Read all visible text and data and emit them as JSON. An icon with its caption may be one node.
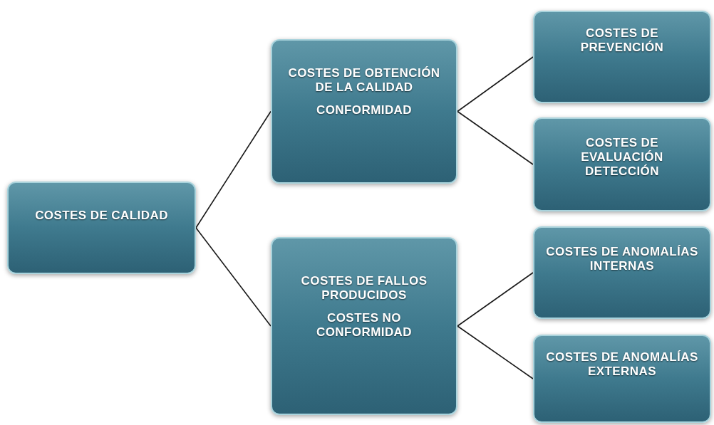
{
  "diagram": {
    "nodes": [
      {
        "text": [
          "COSTES DE CALIDAD"
        ]
      },
      {
        "text": [
          "COSTES DE OBTENCIÓN DE LA CALIDAD",
          "CONFORMIDAD"
        ]
      },
      {
        "text": [
          "COSTES DE FALLOS PRODUCIDOS",
          "COSTES NO CONFORMIDAD"
        ]
      },
      {
        "text": [
          "COSTES DE PREVENCIÓN"
        ]
      },
      {
        "text": [
          "COSTES DE EVALUACIÓN DETECCIÓN"
        ]
      },
      {
        "text": [
          "COSTES DE ANOMALÍAS INTERNAS"
        ]
      },
      {
        "text": [
          "COSTES DE ANOMALÍAS EXTERNAS"
        ]
      }
    ],
    "edges": [
      {
        "from": 0,
        "to": 1,
        "arrow": "none"
      },
      {
        "from": 0,
        "to": 2,
        "arrow": "none"
      },
      {
        "from": 1,
        "to": 3,
        "arrow": "none"
      },
      {
        "from": 1,
        "to": 4,
        "arrow": "none"
      },
      {
        "from": 2,
        "to": 5,
        "arrow": "none"
      },
      {
        "from": 2,
        "to": 6,
        "arrow": "none"
      }
    ]
  }
}
